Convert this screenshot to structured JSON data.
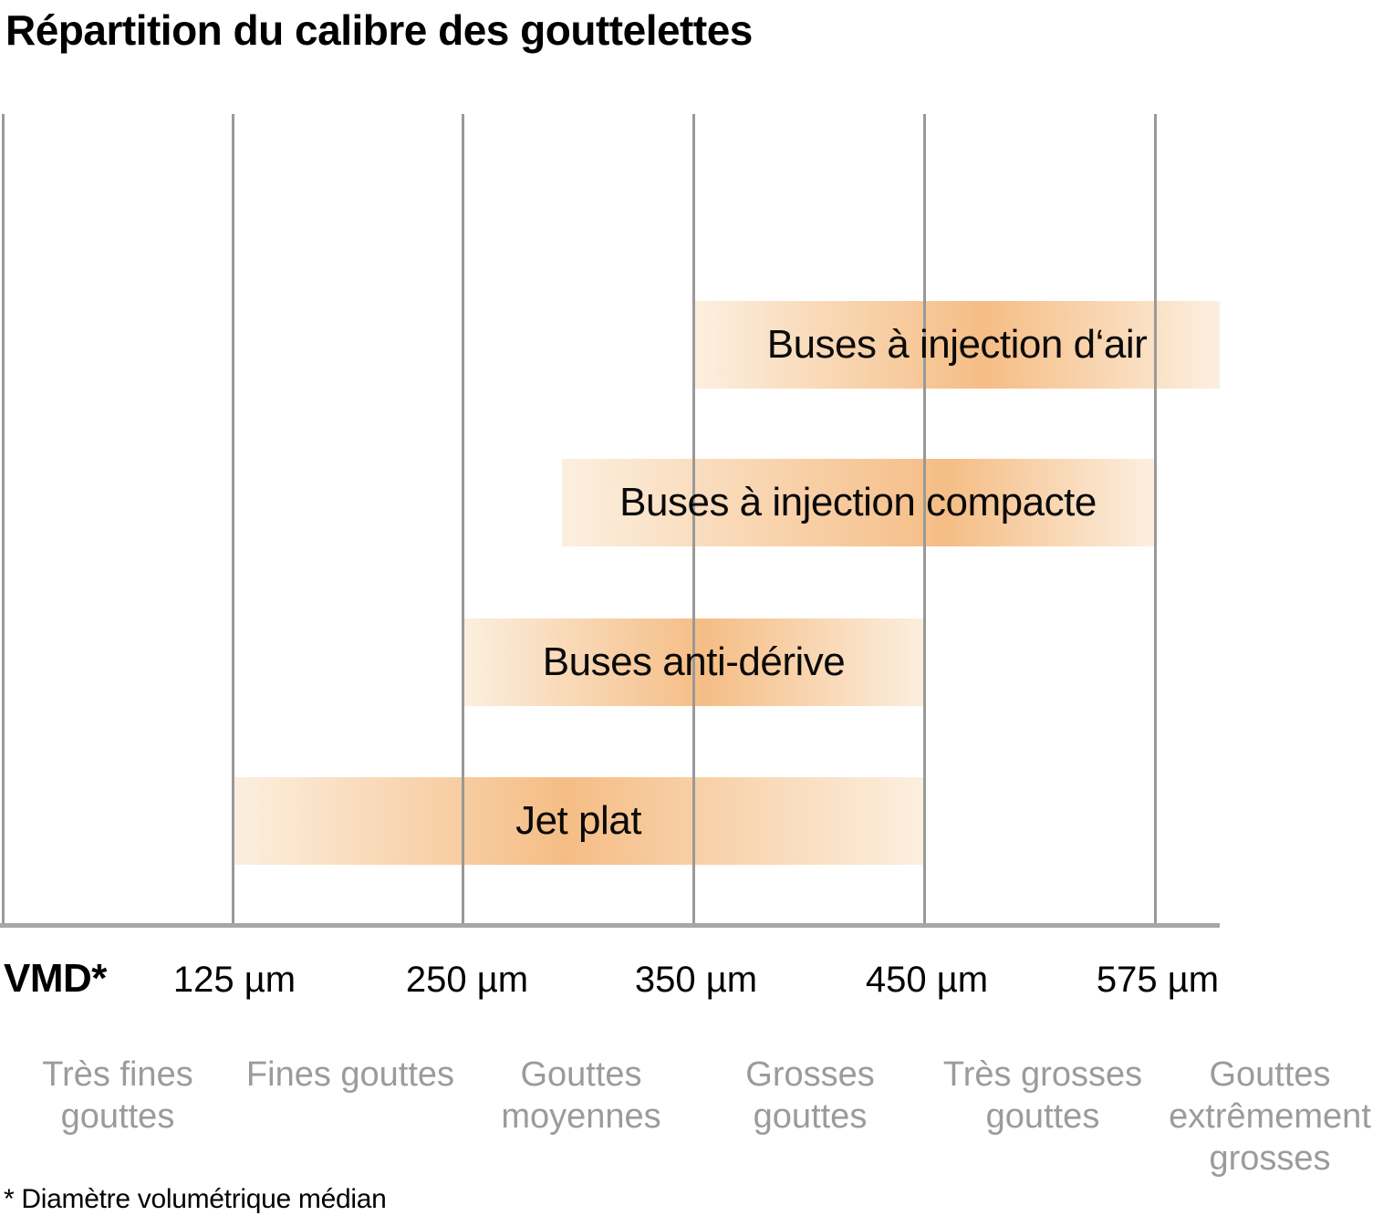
{
  "chart_data": {
    "type": "bar",
    "orientation": "horizontal-range",
    "title": "Répartition du calibre des gouttelettes",
    "x_axis": {
      "label": "VMD*",
      "ticks": [
        "125 µm",
        "250 µm",
        "350 µm",
        "450 µm",
        "575 µm"
      ],
      "tick_values_um": [
        125,
        250,
        350,
        450,
        575
      ]
    },
    "series": [
      {
        "name": "Buses à injection d‘air",
        "from_um": 350,
        "to_um": 610,
        "extends_beyond_last_tick": true
      },
      {
        "name": "Buses à injection compacte",
        "from_um": 293,
        "to_um": 575,
        "extends_beyond_last_tick": false
      },
      {
        "name": "Buses anti-dérive",
        "from_um": 250,
        "to_um": 450,
        "extends_beyond_last_tick": false
      },
      {
        "name": "Jet plat",
        "from_um": 125,
        "to_um": 450,
        "extends_beyond_last_tick": false
      }
    ],
    "categories_below_axis": [
      "Très fines gouttes",
      "Fines gouttes",
      "Gouttes moyennes",
      "Grosses gouttes",
      "Très grosses gouttes",
      "Gouttes extrêmement grosses"
    ],
    "footnote": "* Diamètre volumétrique médian",
    "layout_hints": {
      "grid": "vertical-lines-on-top-of-bars",
      "bar_fill": "horizontal orange gradient, light edges to saturated middle"
    },
    "colors": {
      "bar_gradient_edge": "#fcefdf",
      "bar_gradient_peak": "#f5bd85",
      "gridline": "#999999",
      "axis_line": "#a6a6a6",
      "category_text": "#9b9b9b",
      "text": "#000000"
    }
  },
  "categories_display": [
    "Très fines\ngouttes",
    "Fines gouttes",
    "Gouttes\nmoyennes",
    "Grosses\ngouttes",
    "Très grosses\ngouttes",
    "Gouttes\nextrêmement\ngrosses"
  ]
}
